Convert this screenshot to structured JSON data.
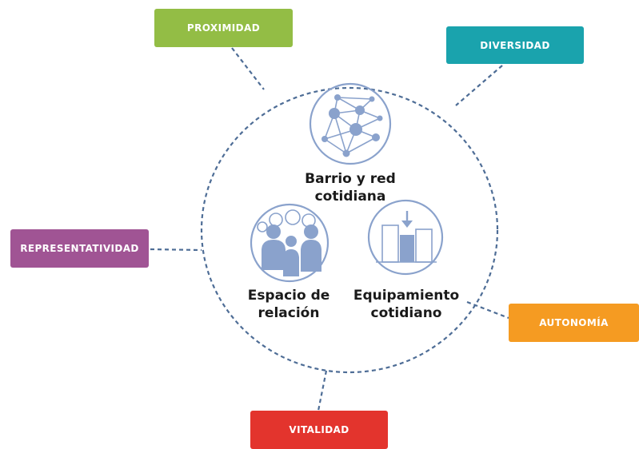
{
  "tags": {
    "proximidad": {
      "label": "PROXIMIDAD",
      "color": "#93bd45"
    },
    "diversidad": {
      "label": "DIVERSIDAD",
      "color": "#1aa3ad"
    },
    "representatividad": {
      "label": "REPRESENTATIVIDAD",
      "color": "#a05494"
    },
    "autonomia": {
      "label": "AUTONOMÍA",
      "color": "#f59b22"
    },
    "vitalidad": {
      "label": "VITALIDAD",
      "color": "#e3342d"
    }
  },
  "center": {
    "barrio": {
      "line1": "Barrio y red",
      "line2": "cotidiana",
      "icon": "network-icon"
    },
    "espacio": {
      "line1": "Espacio de",
      "line2": "relación",
      "icon": "people-icon"
    },
    "equipamiento": {
      "line1": "Equipamiento",
      "line2": "cotidiano",
      "icon": "buildings-icon"
    }
  },
  "colors": {
    "dashed_ring": "#4e6d96",
    "icon": "#8aa2cc",
    "text": "#1a1a1a"
  }
}
